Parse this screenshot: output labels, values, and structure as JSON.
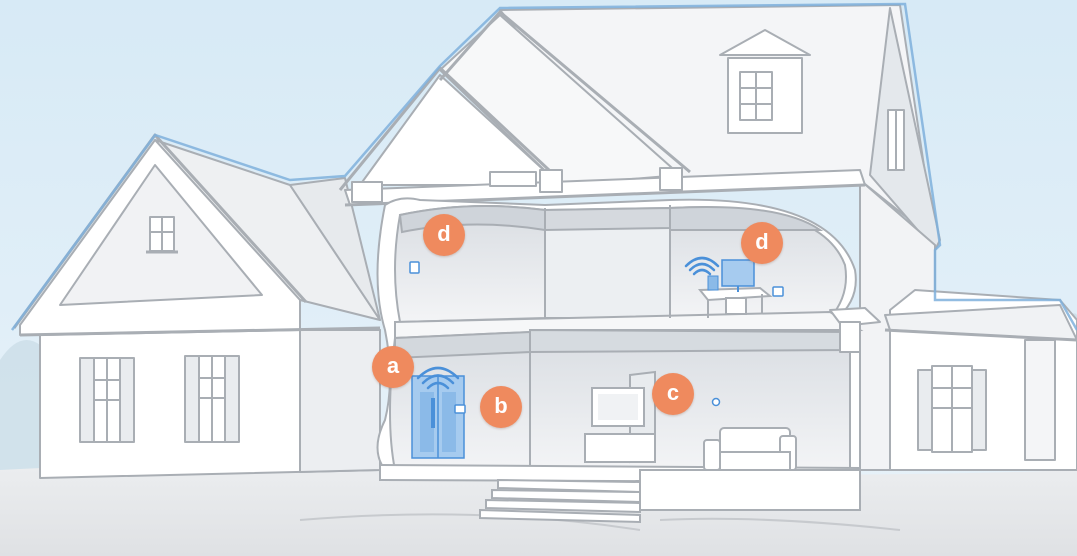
{
  "markers": [
    {
      "id": "a",
      "label": "a"
    },
    {
      "id": "b",
      "label": "b"
    },
    {
      "id": "c",
      "label": "c"
    },
    {
      "id": "d1",
      "label": "d"
    },
    {
      "id": "d2",
      "label": "d"
    }
  ],
  "colors": {
    "sky": "#dcedf7",
    "ground": "#e6e7e9",
    "house_fill": "#ffffff",
    "house_shade": "#e9ecef",
    "outline": "#a9aeb4",
    "accent_blue": "#4a90d9",
    "marker": "#ef8a5e"
  },
  "icons": [
    "wifi-icon",
    "refrigerator-icon",
    "thermostat-icon",
    "television-icon",
    "sofa-icon",
    "desk-icon",
    "monitor-icon"
  ]
}
